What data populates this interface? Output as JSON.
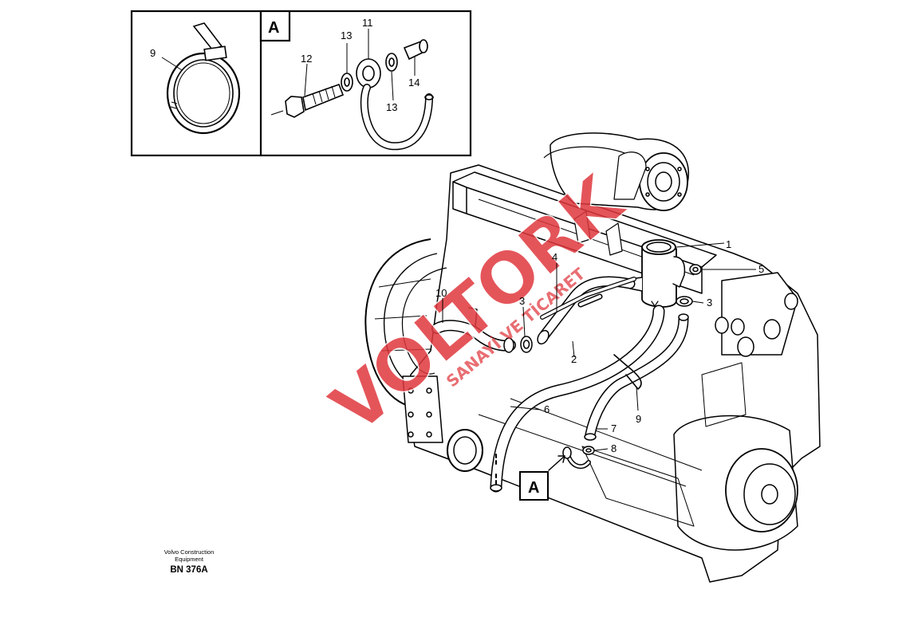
{
  "detail_label": "A",
  "callouts": {
    "c1": "1",
    "c2": "2",
    "c3a": "3",
    "c3b": "3",
    "c4": "4",
    "c5": "5",
    "c6": "6",
    "c7": "7",
    "c8": "8",
    "c9a": "9",
    "c9b": "9",
    "c10": "10",
    "c11": "11",
    "c12": "12",
    "c13a": "13",
    "c13b": "13",
    "c14": "14"
  },
  "watermark": {
    "main": "VOLTORK",
    "sub": "SANAYİ VE TİCARET",
    "color": "#e0383e"
  },
  "footer": {
    "company_line1": "Volvo Construction",
    "company_line2": "Equipment",
    "code": "BN 376A"
  }
}
